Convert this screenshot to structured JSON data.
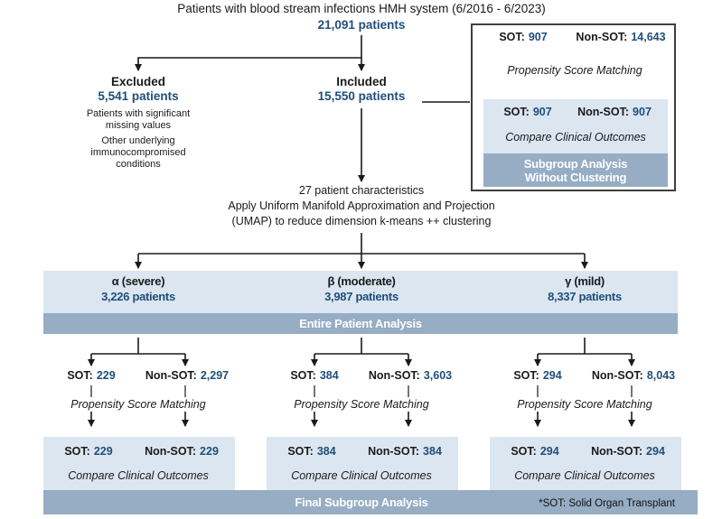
{
  "title": "Patients with blood stream infections HMH system (6/2016 - 6/2023)",
  "total": "21,091 patients",
  "excluded": {
    "heading": "Excluded",
    "count": "5,541 patients",
    "reasons": [
      "Patients with significant missing values",
      "Other underlying immunocompromised conditions"
    ]
  },
  "included": {
    "heading": "Included",
    "count": "15,550 patients"
  },
  "method": {
    "line1": "27 patient characteristics",
    "line2": "Apply Uniform Manifold Approximation and Projection",
    "line3": "(UMAP) to reduce dimension k-means ++ clustering"
  },
  "labels": {
    "sot": "SOT:",
    "nonsot": "Non-SOT:",
    "psm": "Propensity Score Matching",
    "compare": "Compare Clinical Outcomes"
  },
  "inset": {
    "sot_value": "907",
    "nonsot_value": "14,643",
    "matched_sot_value": "907",
    "matched_nonsot_value": "907",
    "banner_line1": "Subgroup Analysis",
    "banner_line2": "Without Clustering"
  },
  "entire_banner": "Entire Patient Analysis",
  "clusters": [
    {
      "name": "α (severe)",
      "count": "3,226 patients",
      "sot": "229",
      "nonsot": "2,297",
      "matched_sot": "229",
      "matched_nonsot": "229"
    },
    {
      "name": "β (moderate)",
      "count": "3,987 patients",
      "sot": "384",
      "nonsot": "3,603",
      "matched_sot": "384",
      "matched_nonsot": "384"
    },
    {
      "name": "γ (mild)",
      "count": "8,337 patients",
      "sot": "294",
      "nonsot": "8,043",
      "matched_sot": "294",
      "matched_nonsot": "294"
    }
  ],
  "final_banner": "Final Subgroup Analysis",
  "footnote": "*SOT: Solid Organ Transplant",
  "colors": {
    "accent_blue": "#1f4e79",
    "light_fill": "#dce6f1",
    "band_fill": "#96adc4",
    "line": "#1a1a1a"
  }
}
